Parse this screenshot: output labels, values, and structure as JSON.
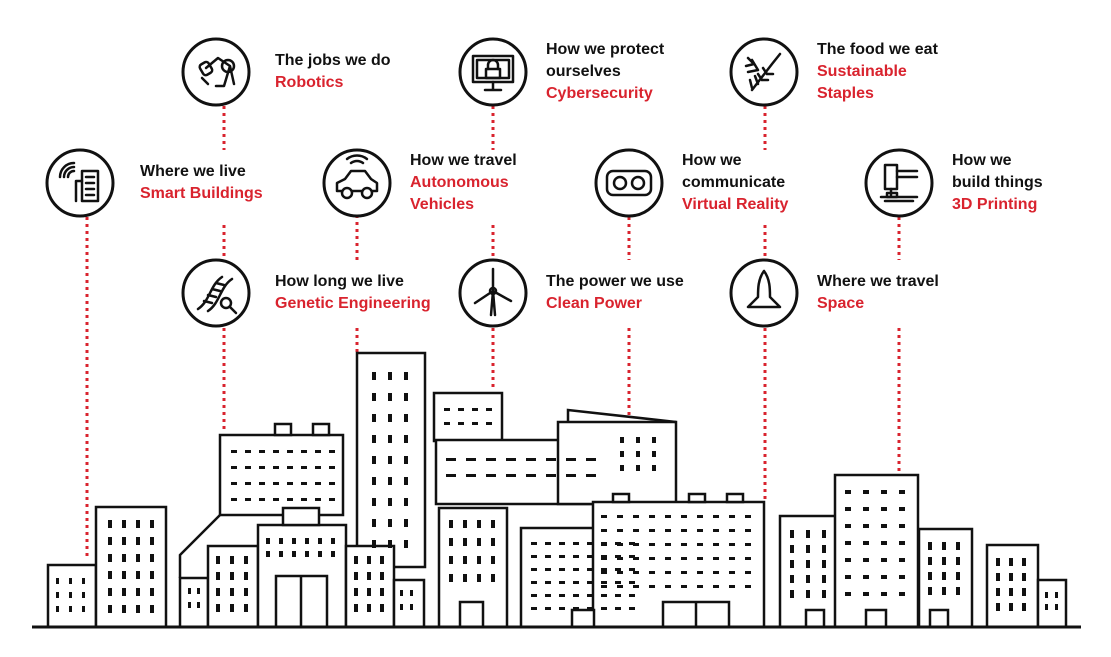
{
  "colors": {
    "ink": "#111111",
    "accent": "#d9232e",
    "background": "#ffffff"
  },
  "items": [
    {
      "id": "robotics",
      "caption": [
        "The jobs we do"
      ],
      "topic": [
        "Robotics"
      ],
      "icon": "robot-arm-icon"
    },
    {
      "id": "cybersecurity",
      "caption": [
        "How we protect",
        "ourselves"
      ],
      "topic": [
        "Cybersecurity"
      ],
      "icon": "monitor-lock-icon"
    },
    {
      "id": "staples",
      "caption": [
        "The food we eat"
      ],
      "topic": [
        "Sustainable",
        "Staples"
      ],
      "icon": "wheat-icon"
    },
    {
      "id": "smart-buildings",
      "caption": [
        "Where we live"
      ],
      "topic": [
        "Smart Buildings"
      ],
      "icon": "smart-building-icon"
    },
    {
      "id": "autonomous",
      "caption": [
        "How we travel"
      ],
      "topic": [
        "Autonomous",
        "Vehicles"
      ],
      "icon": "connected-car-icon"
    },
    {
      "id": "vr",
      "caption": [
        "How we",
        "communicate"
      ],
      "topic": [
        "Virtual Reality"
      ],
      "icon": "vr-headset-icon"
    },
    {
      "id": "printing",
      "caption": [
        "How we",
        "build things"
      ],
      "topic": [
        "3D Printing"
      ],
      "icon": "3d-printer-icon"
    },
    {
      "id": "genetic",
      "caption": [
        "How long we live"
      ],
      "topic": [
        "Genetic Engineering"
      ],
      "icon": "dna-icon"
    },
    {
      "id": "clean-power",
      "caption": [
        "The power we use"
      ],
      "topic": [
        "Clean Power"
      ],
      "icon": "wind-turbine-icon"
    },
    {
      "id": "space",
      "caption": [
        "Where we travel"
      ],
      "topic": [
        "Space"
      ],
      "icon": "rocket-icon"
    }
  ]
}
